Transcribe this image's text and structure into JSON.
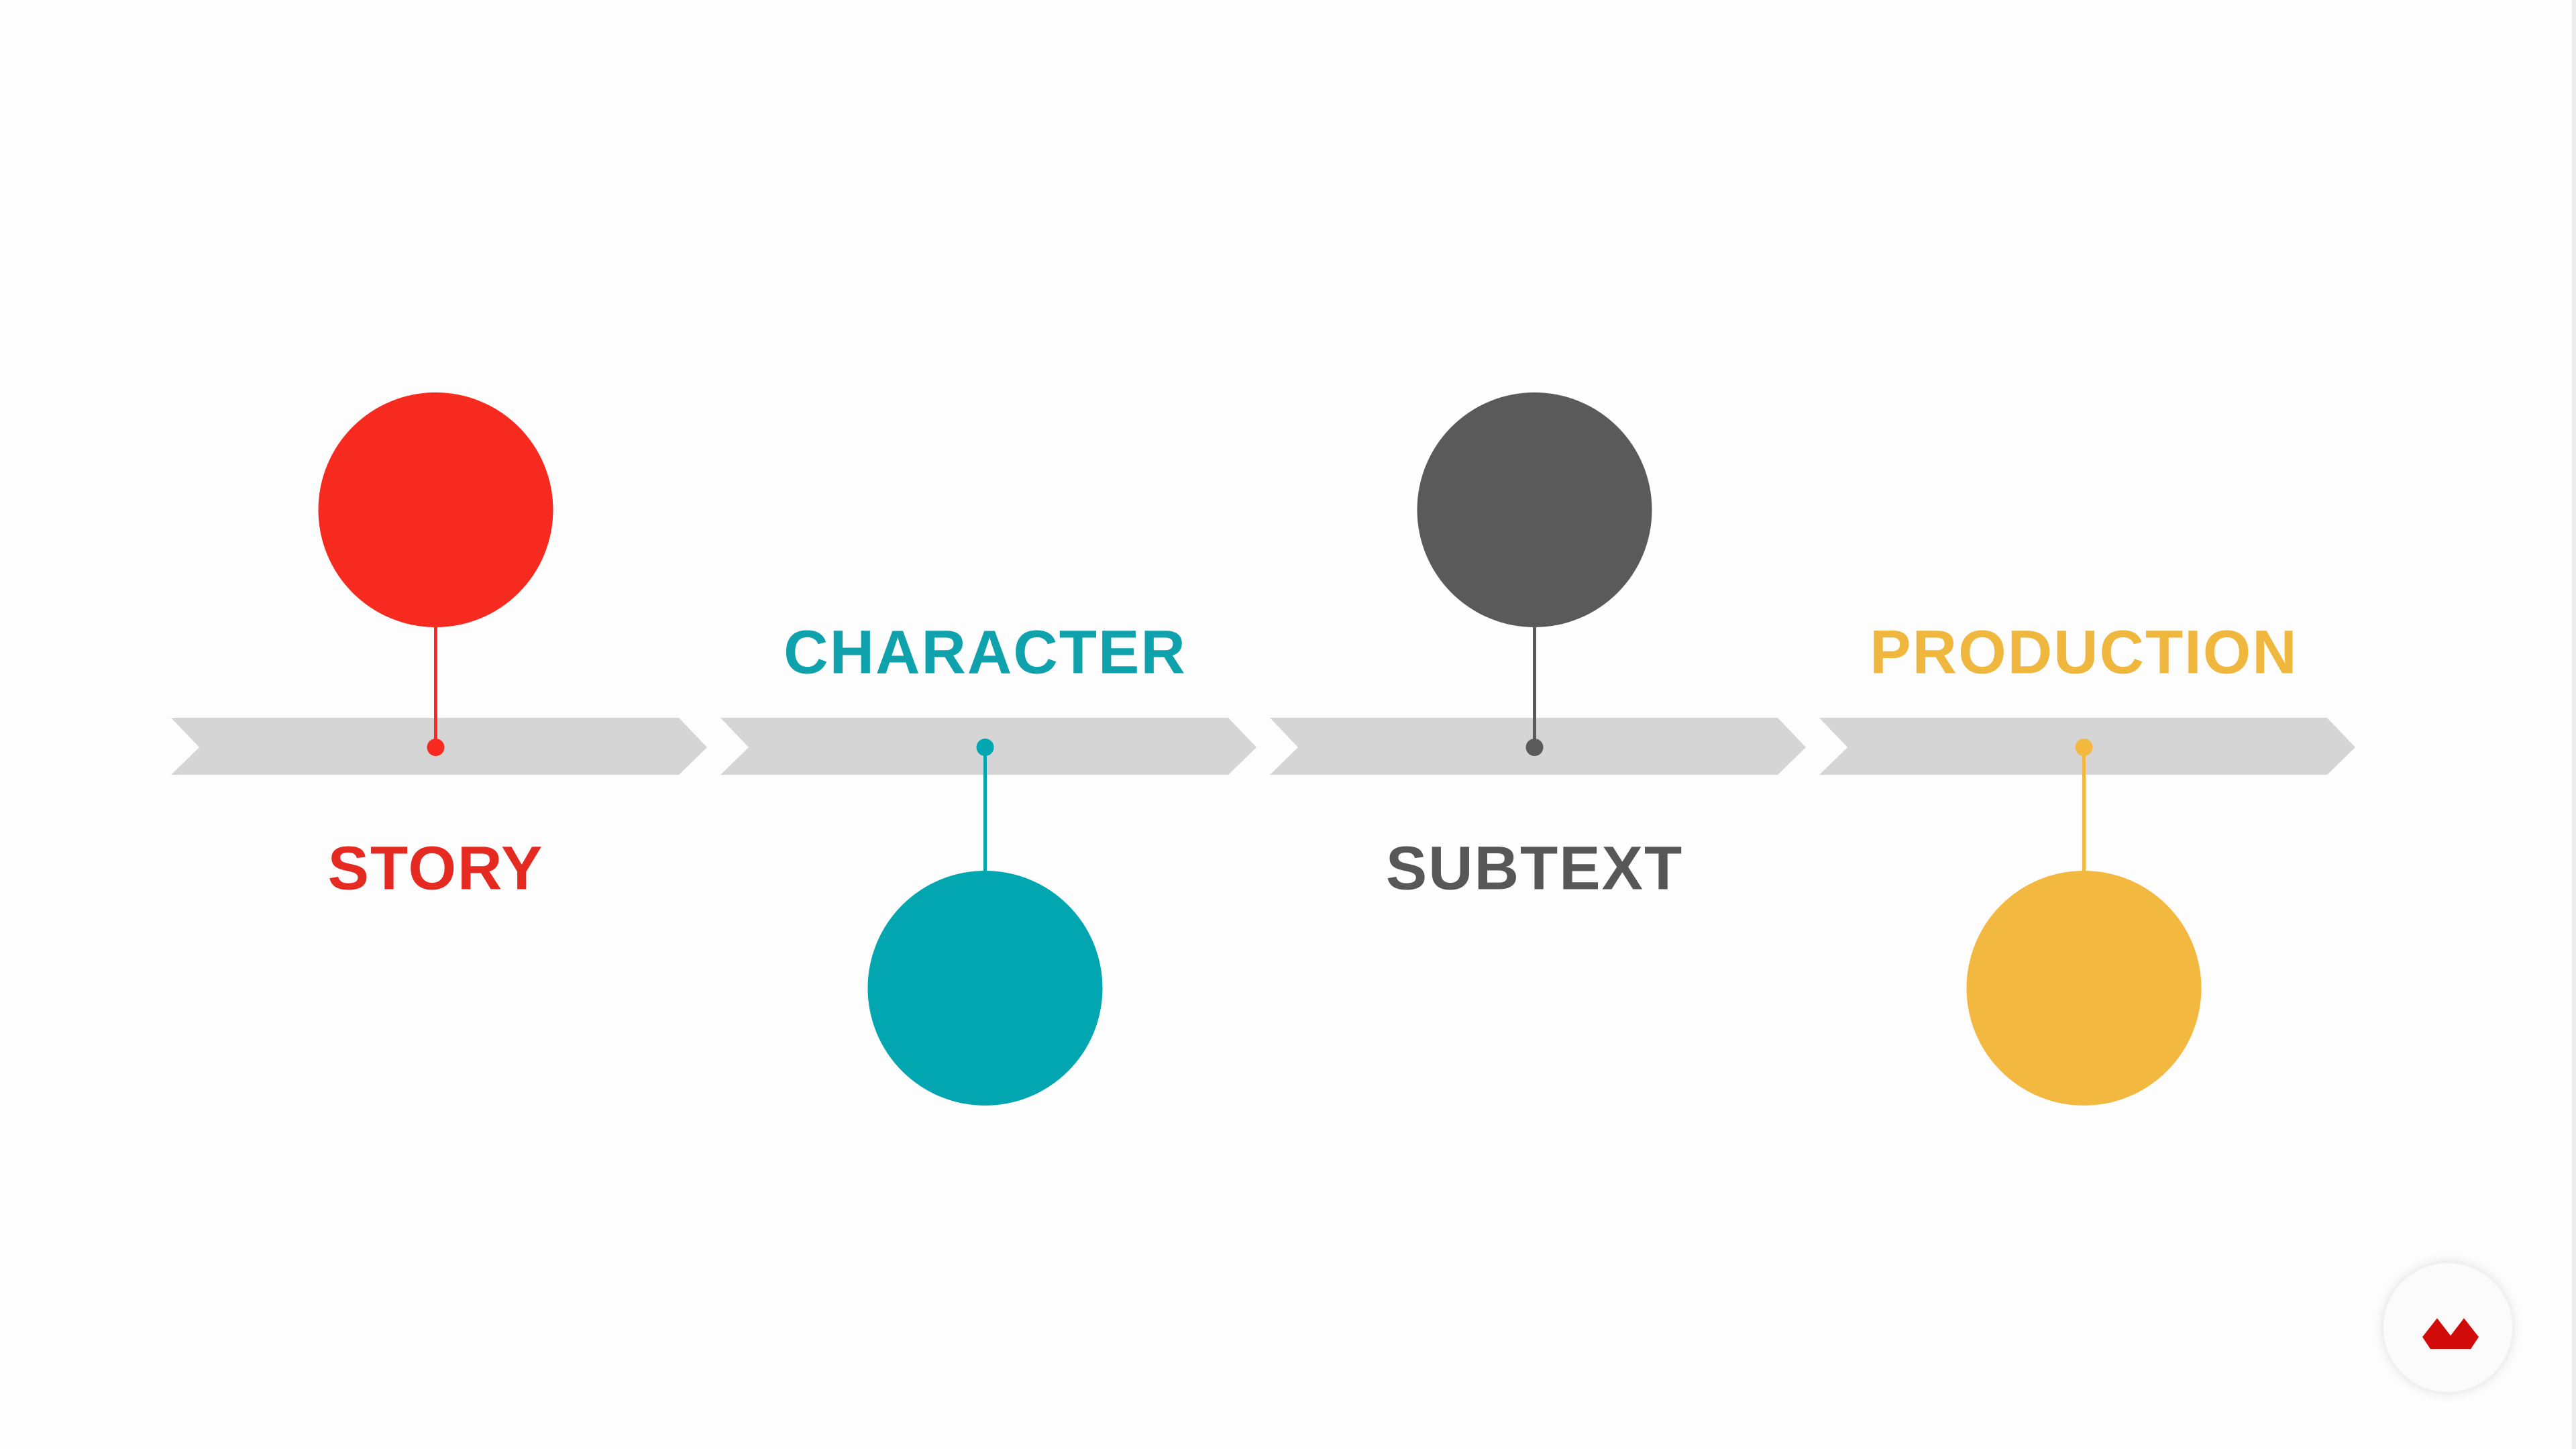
{
  "stages": [
    {
      "label": "STORY",
      "color": "#f72a1f",
      "text_color": "#e42a21",
      "circle": "above",
      "label_position": "below"
    },
    {
      "label": "CHARACTER",
      "color": "#02a6b0",
      "text_color": "#0fa2ad",
      "circle": "below",
      "label_position": "above"
    },
    {
      "label": "SUBTEXT",
      "color": "#5a5a5a",
      "text_color": "#575757",
      "circle": "above",
      "label_position": "below"
    },
    {
      "label": "PRODUCTION",
      "color": "#f3b840",
      "text_color": "#f0b73f",
      "circle": "below",
      "label_position": "above"
    }
  ],
  "arrow_color": "#d5d5d5",
  "logo": {
    "icon": "brand-logo-icon",
    "color": "#d10a0a"
  }
}
